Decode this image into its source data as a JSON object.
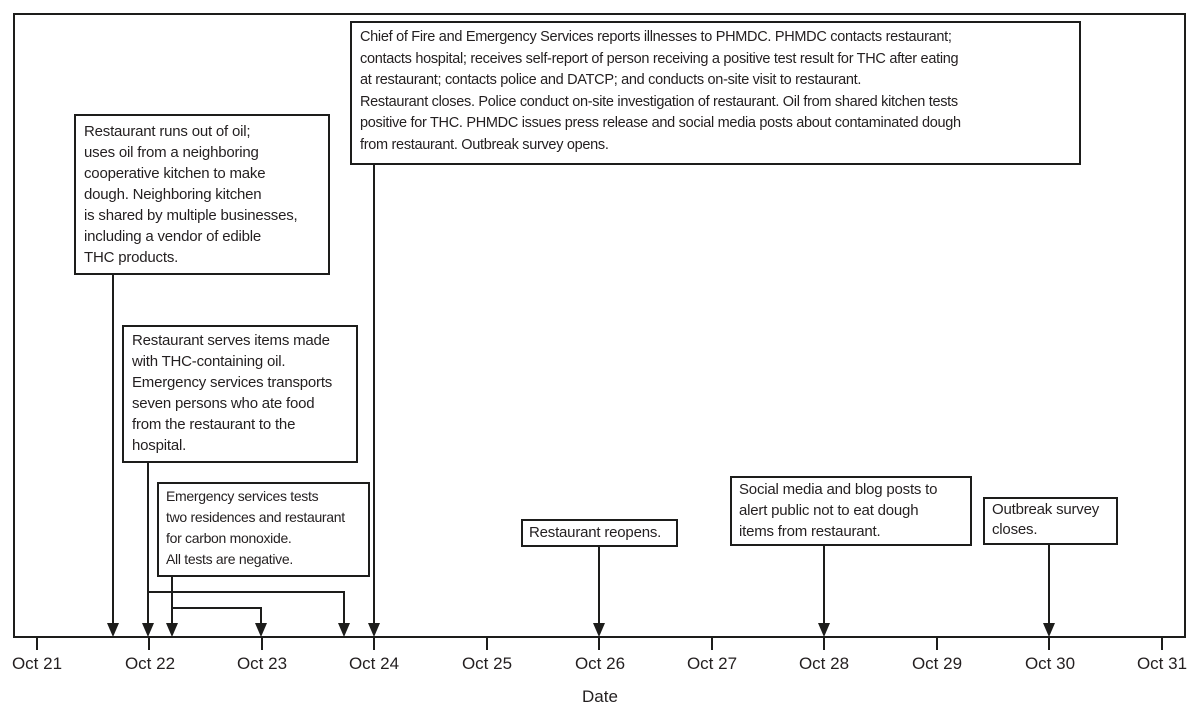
{
  "figure": {
    "axis_label": "Date",
    "dates": [
      "Oct 21",
      "Oct 22",
      "Oct 23",
      "Oct 24",
      "Oct 25",
      "Oct 26",
      "Oct 27",
      "Oct 28",
      "Oct 29",
      "Oct 30",
      "Oct 31"
    ],
    "colors": {
      "line": "#1d1d1b",
      "text": "#231f20",
      "background": "#ffffff"
    }
  },
  "events": [
    {
      "id": "oil-runout",
      "arrow_target": "between Oct 21 and Oct 22",
      "text": "Restaurant runs out of oil;\nuses oil from a neighboring\ncooperative kitchen to make\ndough. Neighboring kitchen\nis shared by multiple businesses,\nincluding a vendor of edible\nTHC products."
    },
    {
      "id": "serves-thc-items",
      "arrow_target": "Oct 22 through late Oct 23",
      "text": "Restaurant serves items made\nwith THC-containing oil.\nEmergency services transports\nseven persons who ate food\nfrom the restaurant to the\nhospital."
    },
    {
      "id": "co-testing",
      "arrow_target": "Oct 22 through Oct 23",
      "text": "Emergency services tests\ntwo residences and restaurant\nfor carbon monoxide.\nAll tests are negative."
    },
    {
      "id": "phmdc-response",
      "arrow_target": "Oct 24",
      "text": "Chief of Fire and Emergency Services reports illnesses to PHMDC. PHMDC contacts restaurant;\ncontacts hospital; receives self-report of person receiving a positive test result for THC after eating\nat restaurant; contacts police and DATCP; and conducts on-site visit to restaurant.\nRestaurant closes. Police conduct on-site investigation of restaurant. Oil from shared kitchen tests\npositive for THC. PHMDC issues press release and social media posts about contaminated dough\nfrom restaurant. Outbreak survey opens."
    },
    {
      "id": "restaurant-reopens",
      "arrow_target": "Oct 26",
      "text": "Restaurant reopens."
    },
    {
      "id": "social-media-alert",
      "arrow_target": "Oct 28",
      "text": "Social media and blog posts to\nalert public not to eat dough\nitems from restaurant."
    },
    {
      "id": "survey-closes",
      "arrow_target": "Oct 30",
      "text": "Outbreak survey\ncloses."
    }
  ]
}
